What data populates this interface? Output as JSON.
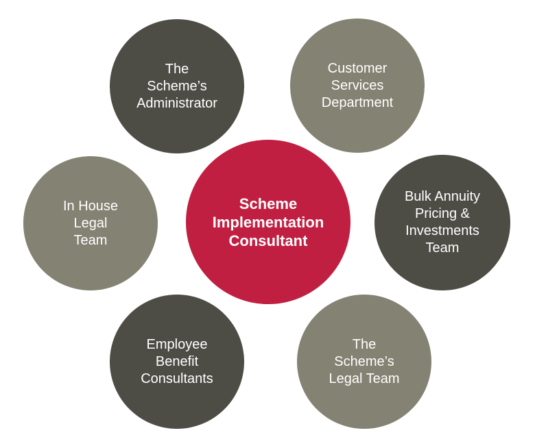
{
  "diagram": {
    "center": {
      "label": "Scheme\nImplementation\nConsultant",
      "color": "#c11f41"
    },
    "nodes": [
      {
        "id": "scheme-administrator",
        "label": "The\nScheme’s\nAdministrator",
        "color": "#4d4d46"
      },
      {
        "id": "customer-services",
        "label": "Customer\nServices\nDepartment",
        "color": "#838273"
      },
      {
        "id": "in-house-legal",
        "label": "In House\nLegal\nTeam",
        "color": "#838273"
      },
      {
        "id": "bulk-annuity",
        "label": "Bulk Annuity\nPricing &\nInvestments\nTeam",
        "color": "#4d4d46"
      },
      {
        "id": "employee-benefit",
        "label": "Employee\nBenefit\nConsultants",
        "color": "#4d4d46"
      },
      {
        "id": "scheme-legal",
        "label": "The\nScheme’s\nLegal Team",
        "color": "#838273"
      }
    ]
  }
}
